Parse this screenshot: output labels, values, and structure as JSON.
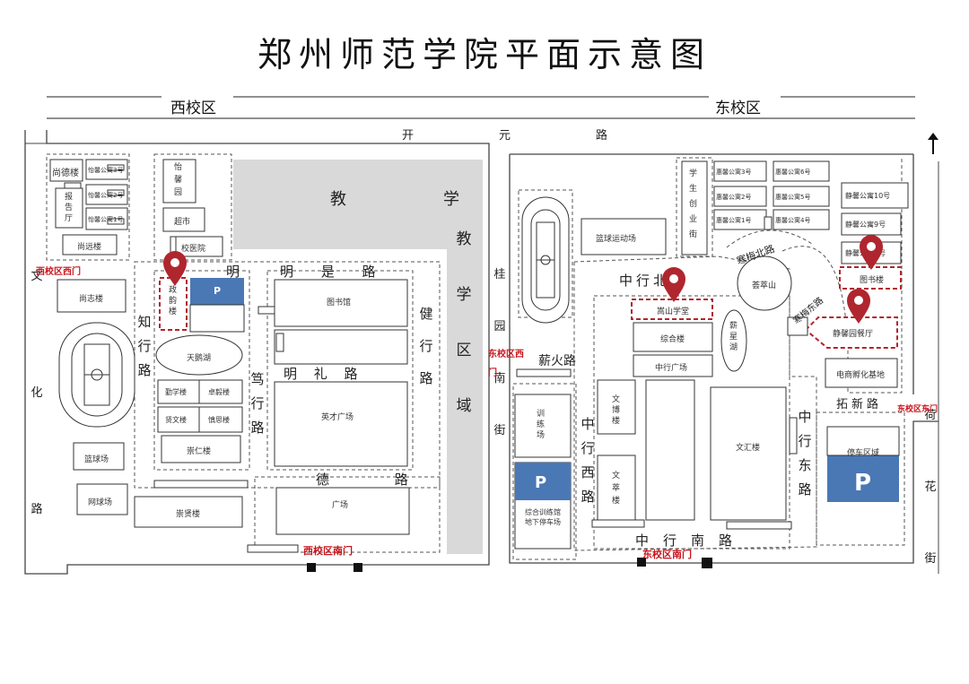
{
  "title": "郑州师范学院平面示意图",
  "campus": {
    "west": "西校区",
    "east": "东校区"
  },
  "roads": {
    "kaiyuan": [
      "开",
      "元",
      "路"
    ],
    "mingshi": "明 是 路",
    "mingli": "明 礼 路",
    "mingde": "德 路",
    "ming_mark": "明",
    "zhixing": "知行路",
    "duxing": "笃行路",
    "jianxing": "健行路",
    "jiaoxue_area": "教学区域",
    "wenhua": "文化路",
    "guiyuan_nan": "桂园南街",
    "xinhuo": "薪火路",
    "zhonghang_bei": "中行北路",
    "zhonghang_xi": "中行西路",
    "zhonghang_dong": "中行东路",
    "zhonghang_nan": "中行南路",
    "tuoxin": "拓新路",
    "hehua": "荷花街",
    "hansong_bei": "寒梅北路",
    "hansong_dong": "寒梅东路"
  },
  "gates": {
    "west_west": "西校区西门",
    "west_south": "西校区南门",
    "east_west": "东校区西门",
    "east_south": "东校区南门",
    "east_east": "东校区东门"
  },
  "west_buildings": {
    "shangde": "尚德楼",
    "baogao": "报告厅",
    "yixin3": "怡馨公寓3号",
    "yixin2": "怡馨公寓2号",
    "yixin1": "怡馨公寓1号",
    "shangyuan": "尚远楼",
    "yixin_garden": "怡馨园",
    "chaoshi": "超市",
    "xiaoyiyuan": "校医院",
    "shangzhi": "尚志楼",
    "zhengyun": "政韵楼",
    "parking": "P",
    "tushuguan": "图书馆",
    "tianhu": "天鹅湖",
    "qinxue": "勤学楼",
    "zhuoyi": "卓毅楼",
    "xianwen": "贤文楼",
    "shenyi": "慎思楼",
    "chongren": "崇仁楼",
    "yingcai": "英才广场",
    "lanqiu": "篮球场",
    "wangqiu": "网球场",
    "chongxian": "崇贤楼",
    "guangchang": "广场",
    "jiaoxue": "教学"
  },
  "east_buildings": {
    "xueshengchuangye": "学生创业街",
    "huixin3": "惠馨公寓3号",
    "huixin2": "惠馨公寓2号",
    "huixin1": "惠馨公寓1号",
    "huixin6": "惠馨公寓6号",
    "huixin5": "惠馨公寓5号",
    "huixin4": "惠馨公寓4号",
    "jingxin10": "静馨公寓10号",
    "jingxin9": "静馨公寓9号",
    "jingxin8": "静馨公寓8号",
    "lanqiu": "篮球运动场",
    "tushu": "图书楼",
    "songshan": "嵩山学堂",
    "zonghe": "综合楼",
    "zhonghang_square": "中行广场",
    "xinxinghu": "薪星湖",
    "huiping": "荟萃山",
    "jingxin_canting": "静馨园餐厅",
    "fuhua": "电商孵化基地",
    "xunlian": "训练场",
    "wenbo": "文博楼",
    "wencui": "文萃楼",
    "wenhui": "文汇楼",
    "parking_zone": "停车区域",
    "parking": "P",
    "zonghe_parking": "综合训练馆地下停车场"
  },
  "colors": {
    "pin": "#b0262e",
    "gate_text": "#c8161d",
    "parking": "#4a78b5",
    "teaching_area": "#d9d9d9",
    "highlight_box": "#b0262e"
  }
}
